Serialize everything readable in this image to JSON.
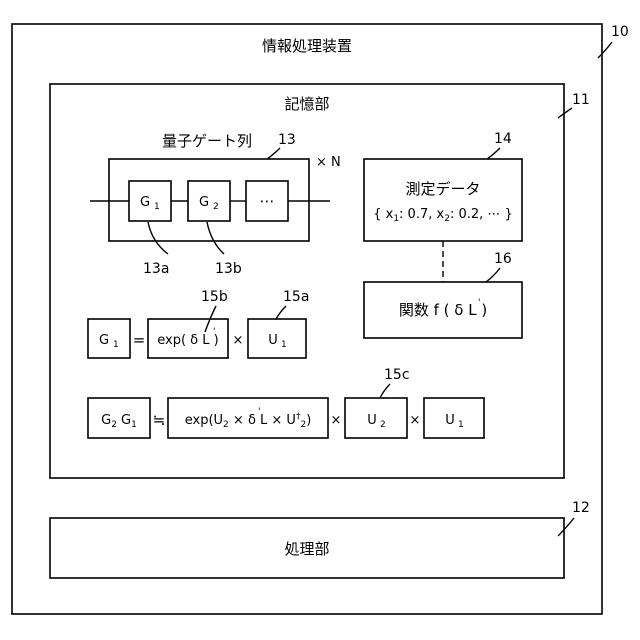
{
  "device": {
    "title": "情報処理装置",
    "ref": "10"
  },
  "storage": {
    "title": "記憶部",
    "ref": "11"
  },
  "processor": {
    "title": "処理部",
    "ref": "12"
  },
  "gate_sequence": {
    "title": "量子ゲート列",
    "ref": "13",
    "repeat": "× N",
    "gate1": {
      "main": "G",
      "sub": "1",
      "ref": "13a"
    },
    "gate2": {
      "main": "G",
      "sub": "2",
      "ref": "13b"
    },
    "more": "⋯"
  },
  "measurement": {
    "title": "測定データ",
    "ref": "14",
    "data": {
      "open": "{ x",
      "s1": "1",
      "v1": ": 0.7, x",
      "s2": "2",
      "v2": ": 0.2, ⋯ }"
    }
  },
  "function_box": {
    "label": "関数 f ( δ L  )",
    "ref": "16"
  },
  "eq1": {
    "lhs": {
      "main": "G",
      "sub": "1"
    },
    "op": "=",
    "exp": "exp( δ L  )",
    "exp_ref": "15b",
    "times": "×",
    "u1": {
      "main": "U",
      "sub": "1"
    },
    "u1_ref": "15a"
  },
  "eq2": {
    "lhs": {
      "g2": "G",
      "s2": "2",
      "g1": " G",
      "s1": "1"
    },
    "op": "≒",
    "exp": {
      "a": "exp(U",
      "s1": "2",
      "b": " × δ L  × U",
      "sup": "†",
      "s2": "2",
      "c": ")"
    },
    "times1": "×",
    "u2": {
      "main": "U",
      "sub": "2"
    },
    "u2_ref": "15c",
    "times2": "×",
    "u1": {
      "main": "U",
      "sub": "1"
    }
  }
}
